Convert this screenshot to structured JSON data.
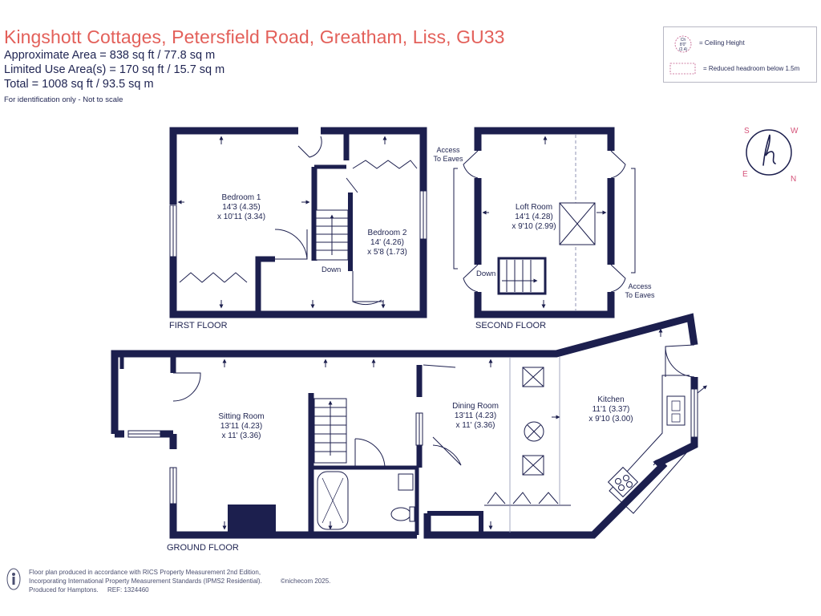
{
  "header": {
    "title": "Kingshott Cottages, Petersfield Road, Greatham, Liss, GU33",
    "approx_area": "Approximate Area = 838 sq ft / 77.8 sq m",
    "limited_area": "Limited Use Area(s) = 170 sq ft / 15.7 sq m",
    "total": "Total = 1008 sq ft / 93.5 sq m",
    "note": "For identification only - Not to scale"
  },
  "legend": {
    "ceiling_symbol": "Ch 8'0\"(2.4)",
    "ceiling_label": "= Ceiling Height",
    "reduced_label": "= Reduced headroom below 1.5m"
  },
  "compass": {
    "letters": [
      "S",
      "W",
      "N",
      "E"
    ]
  },
  "floors": {
    "first": "FIRST FLOOR",
    "second": "SECOND FLOOR",
    "ground": "GROUND FLOOR"
  },
  "rooms": {
    "bedroom1": {
      "name": "Bedroom 1",
      "dim1": "14'3 (4.35)",
      "dim2": "x 10'11 (3.34)"
    },
    "bedroom2": {
      "name": "Bedroom 2",
      "dim1": "14' (4.26)",
      "dim2": "x 5'8 (1.73)"
    },
    "loft": {
      "name": "Loft Room",
      "dim1": "14'1 (4.28)",
      "dim2": "x 9'10 (2.99)"
    },
    "sitting": {
      "name": "Sitting Room",
      "dim1": "13'11 (4.23)",
      "dim2": "x 11' (3.36)"
    },
    "dining": {
      "name": "Dining Room",
      "dim1": "13'11 (4.23)",
      "dim2": "x 11' (3.36)"
    },
    "kitchen": {
      "name": "Kitchen",
      "dim1": "11'1 (3.37)",
      "dim2": "x 9'10 (3.00)"
    }
  },
  "annotations": {
    "down_first": "Down",
    "down_second": "Down",
    "eaves_left_1": "Access",
    "eaves_left_2": "To Eaves",
    "eaves_right_1": "Access",
    "eaves_right_2": "To Eaves"
  },
  "footer": {
    "line1": "Floor plan produced in accordance with RICS Property Measurement 2nd Edition,",
    "line2": "Incorporating International Property Measurement Standards (IPMS2 Residential).",
    "brand": "©nichecom 2025.",
    "line3": "Produced for Hamptons.",
    "ref": "REF: 1324460"
  },
  "colors": {
    "wall": "#1c1f4e",
    "title": "#e3605a",
    "accent": "#d5547a"
  }
}
